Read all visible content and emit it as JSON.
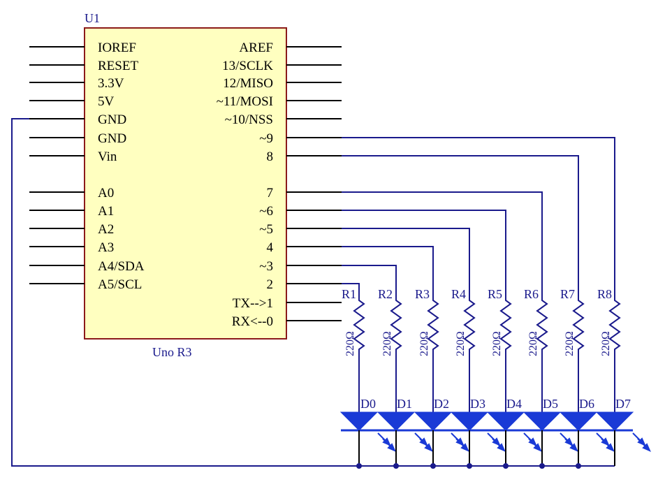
{
  "chip": {
    "ref": "U1",
    "name": "Uno R3",
    "left_pins": [
      "IOREF",
      "RESET",
      "3.3V",
      "5V",
      "GND",
      "GND",
      "Vin",
      "A0",
      "A1",
      "A2",
      "A3",
      "A4/SDA",
      "A5/SCL"
    ],
    "right_pins": [
      "AREF",
      "13/SCLK",
      "12/MISO",
      "~11/MOSI",
      "~10/NSS",
      "~9",
      "8",
      "7",
      "~6",
      "~5",
      "4",
      "~3",
      "2",
      "TX-->1",
      "RX<--0"
    ]
  },
  "resistors": [
    {
      "ref": "R1",
      "value": "220Ω"
    },
    {
      "ref": "R2",
      "value": "220Ω"
    },
    {
      "ref": "R3",
      "value": "220Ω"
    },
    {
      "ref": "R4",
      "value": "220Ω"
    },
    {
      "ref": "R5",
      "value": "220Ω"
    },
    {
      "ref": "R6",
      "value": "220Ω"
    },
    {
      "ref": "R7",
      "value": "220Ω"
    },
    {
      "ref": "R8",
      "value": "220Ω"
    }
  ],
  "leds": [
    {
      "ref": "D0"
    },
    {
      "ref": "D1"
    },
    {
      "ref": "D2"
    },
    {
      "ref": "D3"
    },
    {
      "ref": "D4"
    },
    {
      "ref": "D5"
    },
    {
      "ref": "D6"
    },
    {
      "ref": "D7"
    }
  ],
  "colors": {
    "chip_fill": "#ffffc0",
    "chip_border": "#8b1a1a",
    "wire": "#1a1a8c",
    "pin": "#000000",
    "led": "#1a3ad6"
  }
}
